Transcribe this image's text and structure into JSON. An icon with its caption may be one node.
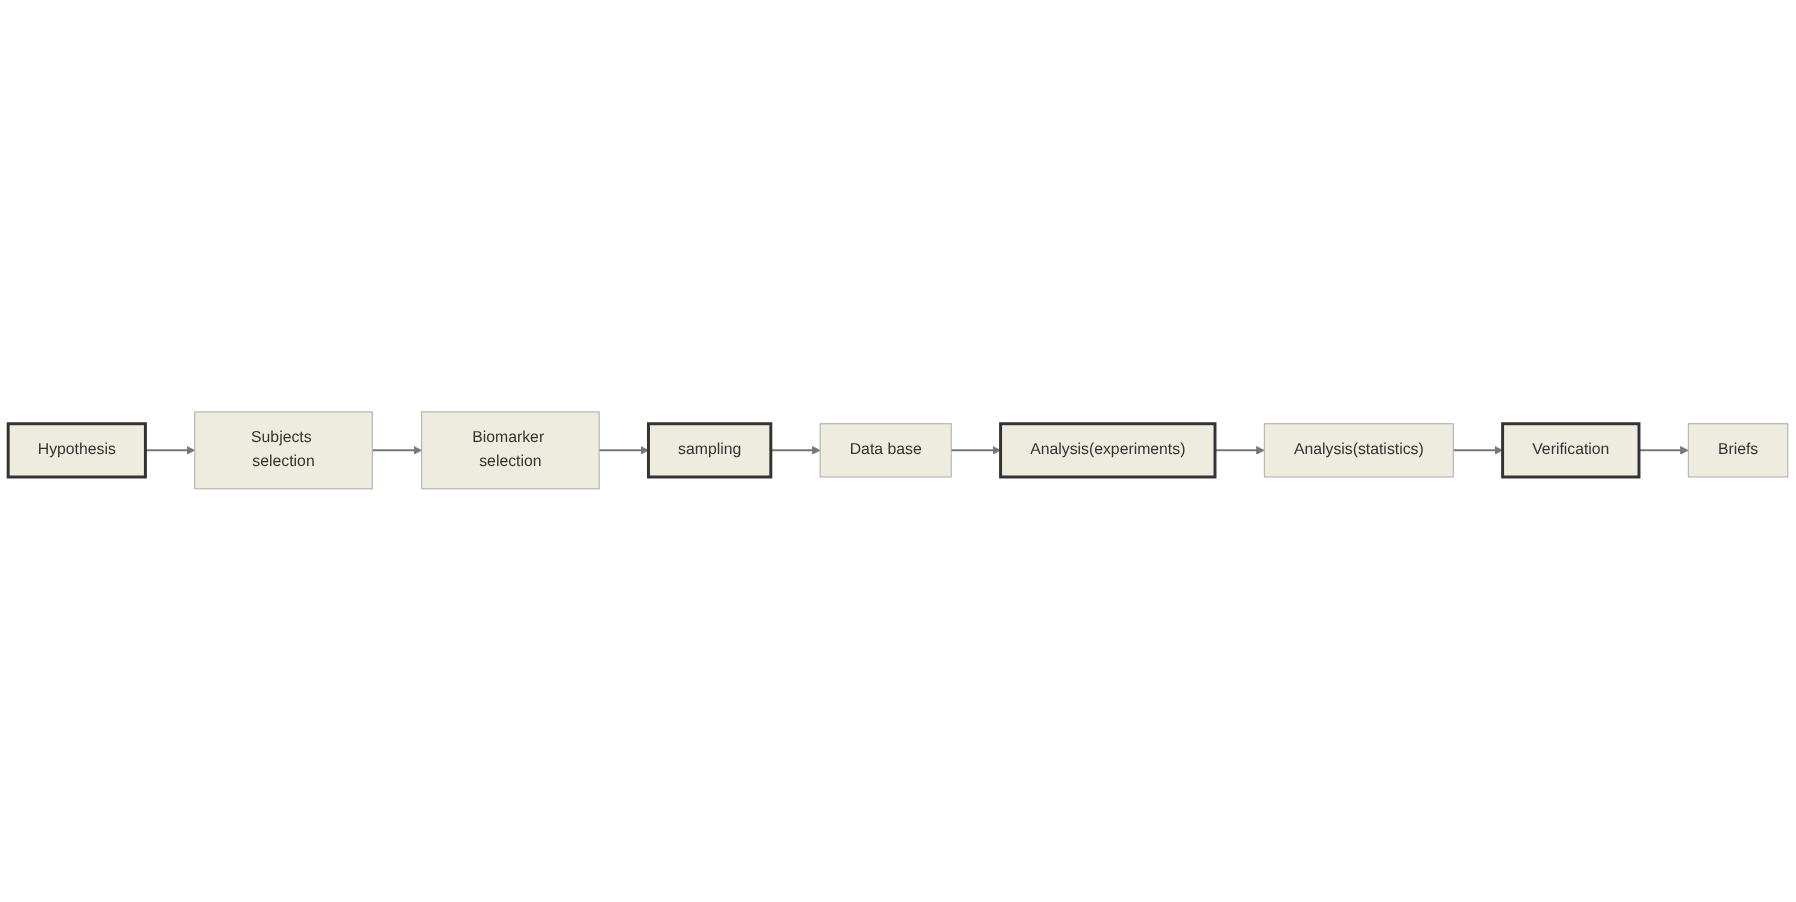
{
  "diagram": {
    "nodes": [
      {
        "text": [
          "Hypothesis"
        ]
      },
      {
        "text": [
          "Subjects selection"
        ]
      },
      {
        "text": [
          "Biomarker selection"
        ]
      },
      {
        "text": [
          "sampling"
        ]
      },
      {
        "text": [
          "Data base"
        ]
      },
      {
        "text": [
          "Analysis(experiments)"
        ]
      },
      {
        "text": [
          "Analysis(statistics)"
        ]
      },
      {
        "text": [
          "Verification"
        ]
      },
      {
        "text": [
          "Briefs"
        ]
      }
    ],
    "edges": [
      {
        "from": 0,
        "to": 1,
        "arrow": "to"
      },
      {
        "from": 1,
        "to": 2,
        "arrow": "to"
      },
      {
        "from": 2,
        "to": 3,
        "arrow": "to"
      },
      {
        "from": 3,
        "to": 4,
        "arrow": "to"
      },
      {
        "from": 4,
        "to": 5,
        "arrow": "to"
      },
      {
        "from": 5,
        "to": 6,
        "arrow": "to"
      },
      {
        "from": 6,
        "to": 7,
        "arrow": "to"
      },
      {
        "from": 7,
        "to": 8,
        "arrow": "to"
      }
    ]
  }
}
